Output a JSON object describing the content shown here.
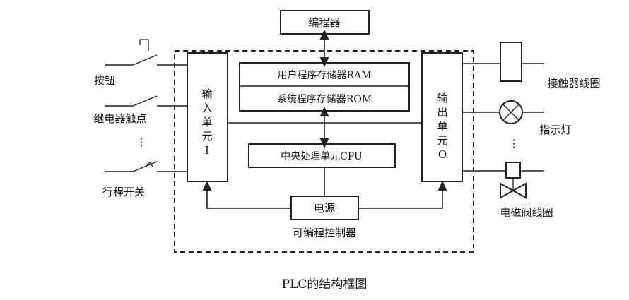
{
  "caption": "PLC的结构框图",
  "blocks": {
    "programmer": "编程器",
    "user_memory": "用户程序存储器RAM",
    "system_memory": "系统程序存储器ROM",
    "cpu": "中央处理单元CPU",
    "power": "电源",
    "input_unit": [
      "输",
      "入",
      "单",
      "元",
      "I"
    ],
    "output_unit": [
      "输",
      "出",
      "单",
      "元",
      "O"
    ],
    "controller_label": "可编程控制器"
  },
  "inputs": {
    "button": "按钮",
    "relay_contact": "继电器触点",
    "ellipsis": "⋮",
    "travel_switch": "行程开关"
  },
  "outputs": {
    "contactor_coil": "接触器线圈",
    "indicator_lamp": "指示灯",
    "ellipsis": "⋮",
    "solenoid_valve_coil": "电磁阀线圈"
  }
}
